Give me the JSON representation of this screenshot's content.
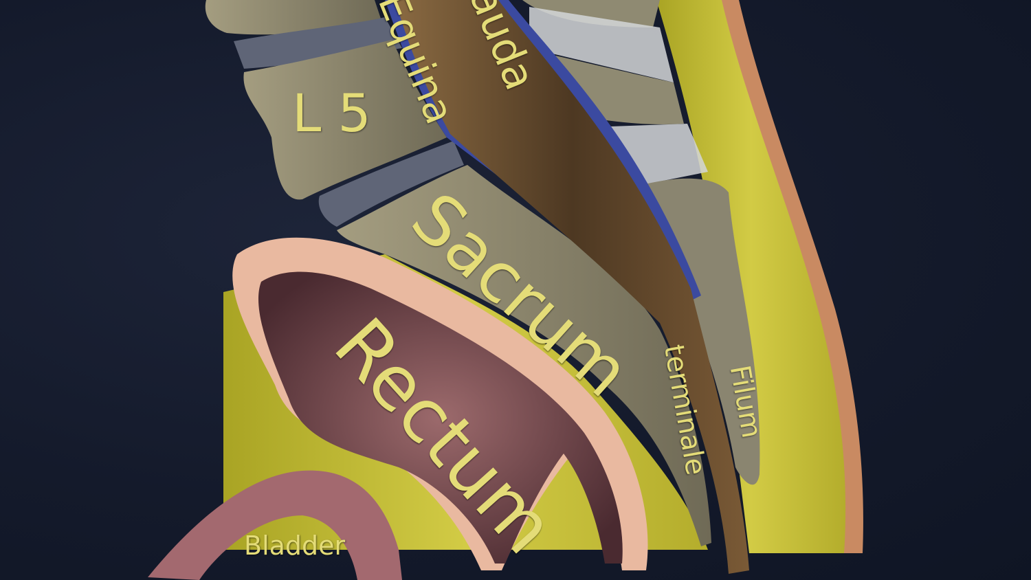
{
  "labels": {
    "cauda": "Cauda",
    "equina": "Equina",
    "l5": "L 5",
    "sacrum": "Sacrum",
    "rectum": "Rectum",
    "bladder": "Bladder",
    "filum": "Filum",
    "terminale": "terminale"
  },
  "colors": {
    "background": "#141b2d",
    "label": "#e4dc78",
    "fat": "#c9c23a",
    "bone": "#8f8a72",
    "disc": "#5f6577",
    "rectum_wall": "#e9b9a0",
    "rectum_lumen": "#6e3f44",
    "bladder": "#a3696f",
    "nerves": "#6b4e2e",
    "skin": "#c98a62"
  }
}
